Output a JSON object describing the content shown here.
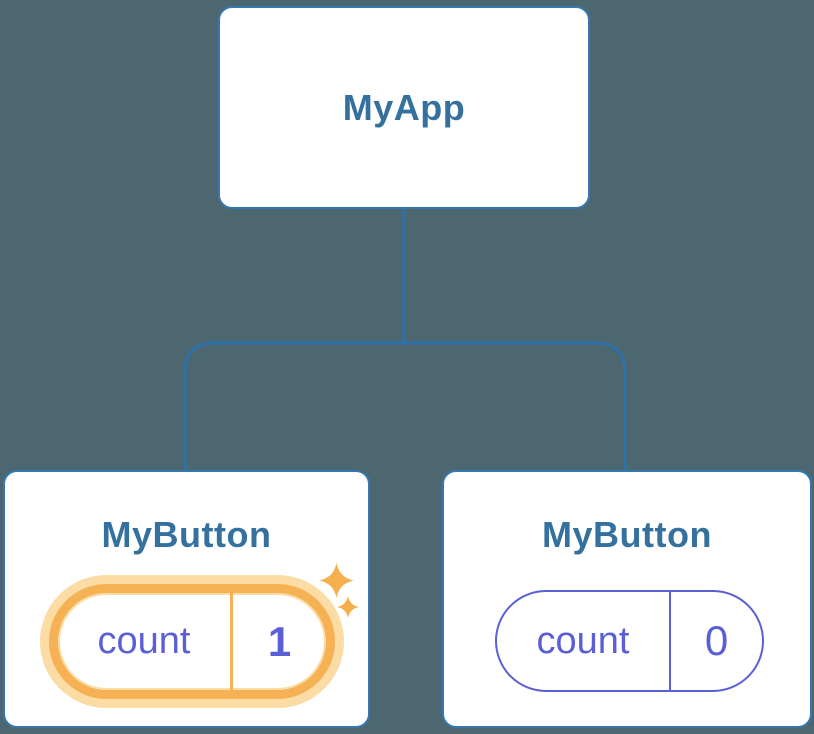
{
  "diagram": {
    "type": "component-tree",
    "colors": {
      "background": "#4D6770",
      "connector": "#2E71A5",
      "card_border": "#3478AD",
      "card_fill": "#FFFFFF",
      "title_text": "#35719E",
      "state_text": "#5B5FD6",
      "highlight_ring": "#F5B153",
      "highlight_glow": "#FBDCA4",
      "sparkle": "#F5AF4D"
    }
  },
  "nodes": {
    "root": {
      "title": "MyApp"
    },
    "left_child": {
      "title": "MyButton",
      "state_key": "count",
      "state_value": "1",
      "highlighted": true
    },
    "right_child": {
      "title": "MyButton",
      "state_key": "count",
      "state_value": "0",
      "highlighted": false
    }
  }
}
